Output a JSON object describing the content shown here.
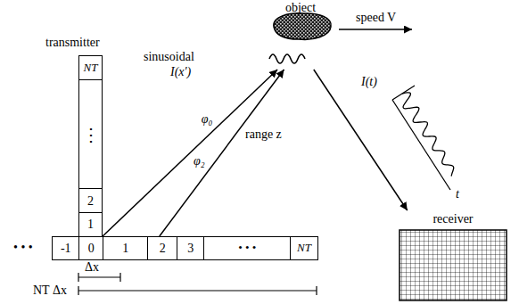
{
  "diagram": {
    "nodes": [
      {
        "text": [
          "object"
        ]
      },
      {
        "text": [
          "NT"
        ]
      },
      {
        "text": [
          "⋮"
        ]
      },
      {
        "text": [
          "2"
        ]
      },
      {
        "text": [
          "1"
        ]
      },
      {
        "text": [
          "receiver"
        ]
      },
      {
        "text": [
          "-1"
        ]
      },
      {
        "text": [
          "0"
        ]
      },
      {
        "text": [
          "1"
        ]
      },
      {
        "text": [
          "2"
        ]
      },
      {
        "text": [
          "3"
        ]
      },
      {
        "text": [
          "• • •"
        ]
      },
      {
        "text": [
          "NT"
        ]
      }
    ],
    "edges": [
      {
        "from": 7,
        "to": 0,
        "arrow": "to",
        "label": "φ₀"
      },
      {
        "from": 9,
        "to": 0,
        "arrow": "to",
        "label": "φ₂"
      },
      {
        "from": 0,
        "to": 5,
        "arrow": "to"
      }
    ],
    "labels": [
      "transmitter",
      "• • •",
      "sinusoidal",
      "I(x′)",
      "speed V",
      "range z",
      "I(t)",
      "t",
      "Δx",
      "NT Δx"
    ]
  }
}
